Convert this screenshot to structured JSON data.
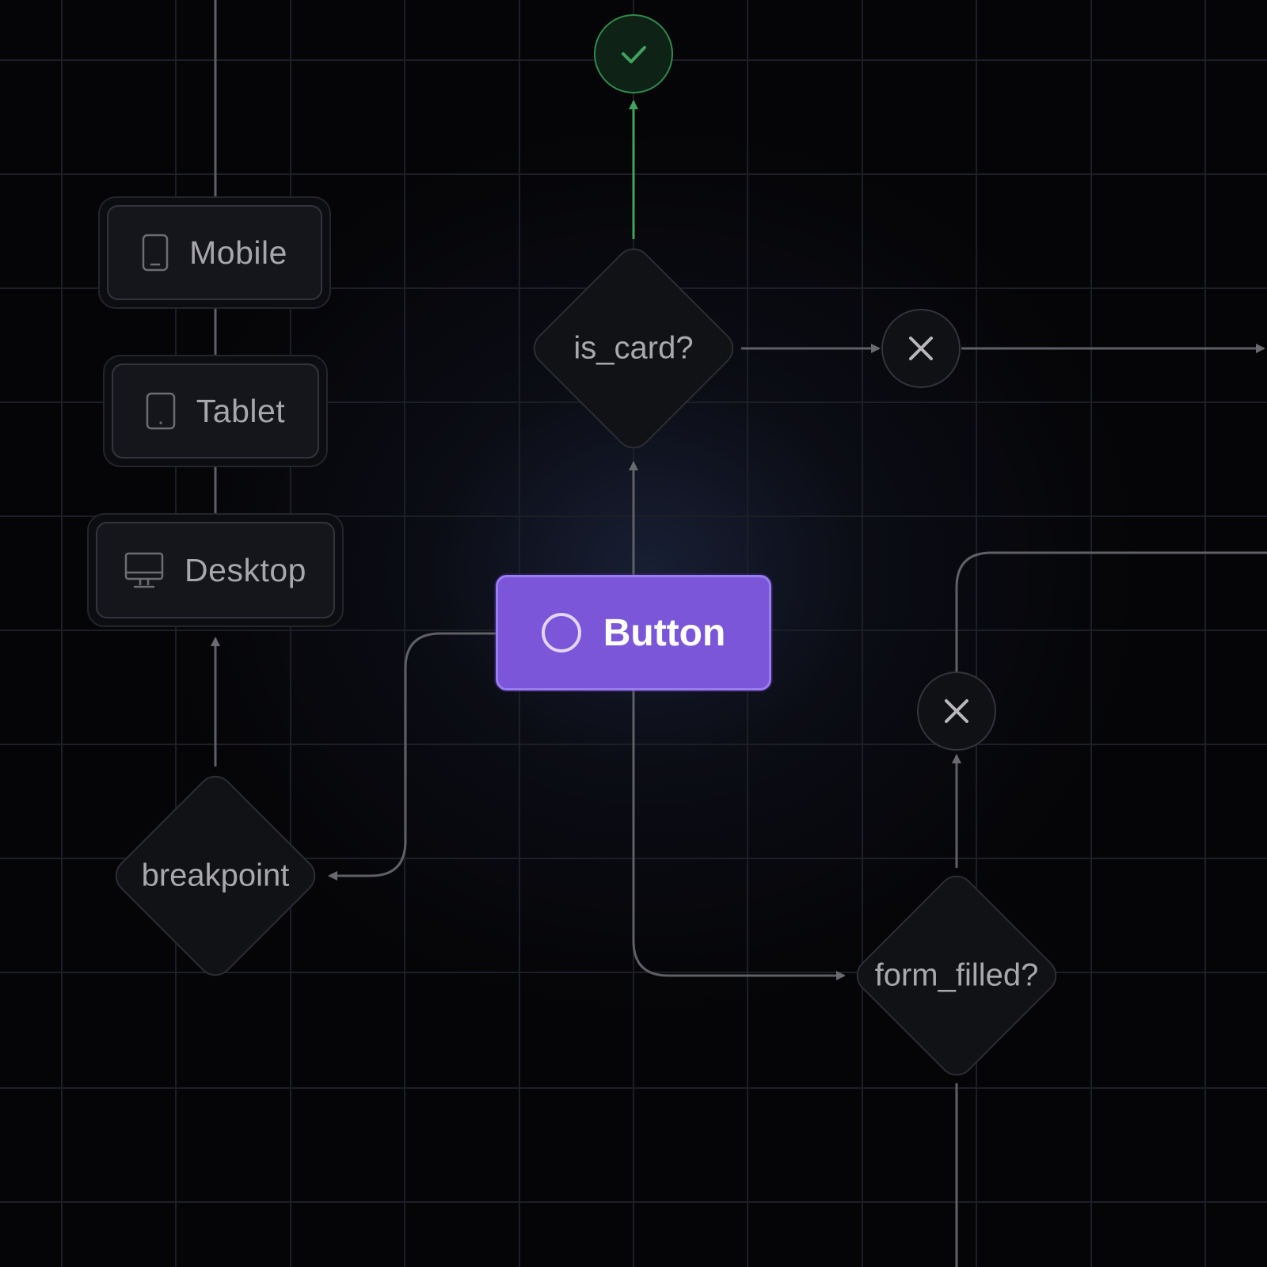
{
  "diagram": {
    "devices": [
      {
        "label": "Mobile",
        "icon": "mobile-icon"
      },
      {
        "label": "Tablet",
        "icon": "tablet-icon"
      },
      {
        "label": "Desktop",
        "icon": "desktop-icon"
      }
    ],
    "decisions": {
      "breakpoint": "breakpoint",
      "is_card": "is_card?",
      "form_filled": "form_filled?"
    },
    "button": {
      "label": "Button",
      "icon": "circle-icon"
    },
    "terminals": {
      "success": "check-icon",
      "fail": "close-icon"
    },
    "colors": {
      "background": "#050507",
      "grid": "#1c1e26",
      "edge": "#5f6066",
      "success": "#3fa35f",
      "button": "#7b56d8",
      "node_text": "#a9a9ad"
    }
  }
}
